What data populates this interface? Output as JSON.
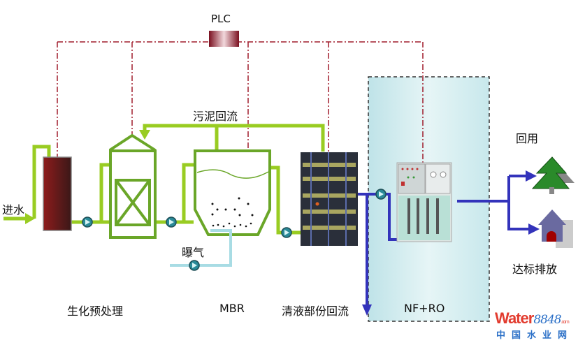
{
  "labels": {
    "plc": "PLC",
    "sludge_return": "污泥回流",
    "inlet": "进水",
    "aeration": "曝气",
    "pretreatment": "生化预处理",
    "mbr": "MBR",
    "permeate_return": "清液部份回流",
    "nf_ro": "NF+RO",
    "reuse": "回用",
    "discharge": "达标排放"
  },
  "watermark": {
    "brand": "Water",
    "number": "8848",
    "suffix": ".com",
    "cn": "中国水业网"
  },
  "colors": {
    "pipe_green": "#99cc22",
    "equipment_green": "#6aa628",
    "control_red": "#a01c2c",
    "pipe_blue": "#3333bb",
    "air_blue": "#a8dce4"
  }
}
